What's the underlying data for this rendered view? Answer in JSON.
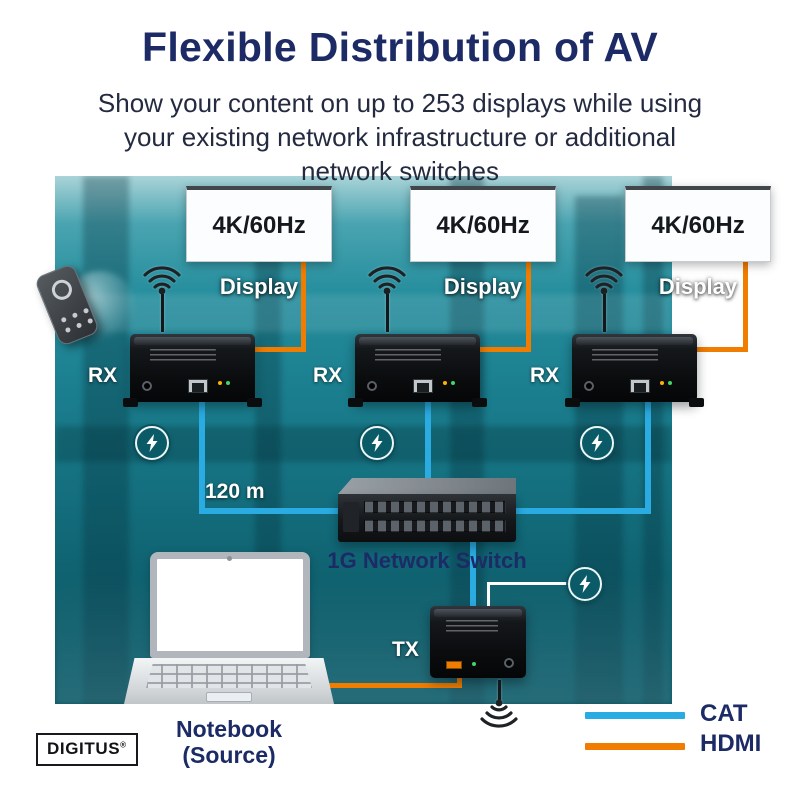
{
  "title": "Flexible Distribution of AV",
  "subtitle_lines": [
    "Show your content on up to 253 displays while using",
    "your existing network infrastructure or additional",
    "network switches"
  ],
  "displays": [
    {
      "resolution": "4K/60Hz",
      "label": "Display"
    },
    {
      "resolution": "4K/60Hz",
      "label": "Display"
    },
    {
      "resolution": "4K/60Hz",
      "label": "Display"
    }
  ],
  "receivers": [
    {
      "label": "RX"
    },
    {
      "label": "RX"
    },
    {
      "label": "RX"
    }
  ],
  "transmitter": {
    "label": "TX"
  },
  "network_switch": {
    "label": "1G Network Switch"
  },
  "source": {
    "line1": "Notebook",
    "line2": "(Source)"
  },
  "distance": {
    "label": "120 m"
  },
  "legend": {
    "cat": {
      "label": "CAT",
      "color": "#2aabe2"
    },
    "hdmi": {
      "label": "HDMI",
      "color": "#f07c00"
    }
  },
  "brand": {
    "name": "DIGITUS",
    "registered": "®"
  },
  "icons": {
    "wifi": "wifi-signal-arcs",
    "power": "lightning-bolt-circle",
    "remote": "remote-control"
  },
  "colors": {
    "title_navy": "#1c2b66",
    "cat_blue": "#2aabe2",
    "hdmi_orange": "#f07c00",
    "background_teal": "#1b7f8f"
  },
  "connections": [
    {
      "from": "Display 1",
      "to": "RX 1",
      "type": "HDMI"
    },
    {
      "from": "Display 2",
      "to": "RX 2",
      "type": "HDMI"
    },
    {
      "from": "Display 3",
      "to": "RX 3",
      "type": "HDMI"
    },
    {
      "from": "RX 1",
      "to": "1G Network Switch",
      "type": "CAT"
    },
    {
      "from": "RX 2",
      "to": "1G Network Switch",
      "type": "CAT"
    },
    {
      "from": "RX 3",
      "to": "1G Network Switch",
      "type": "CAT"
    },
    {
      "from": "1G Network Switch",
      "to": "TX",
      "type": "CAT"
    },
    {
      "from": "Notebook (Source)",
      "to": "TX",
      "type": "HDMI"
    }
  ]
}
